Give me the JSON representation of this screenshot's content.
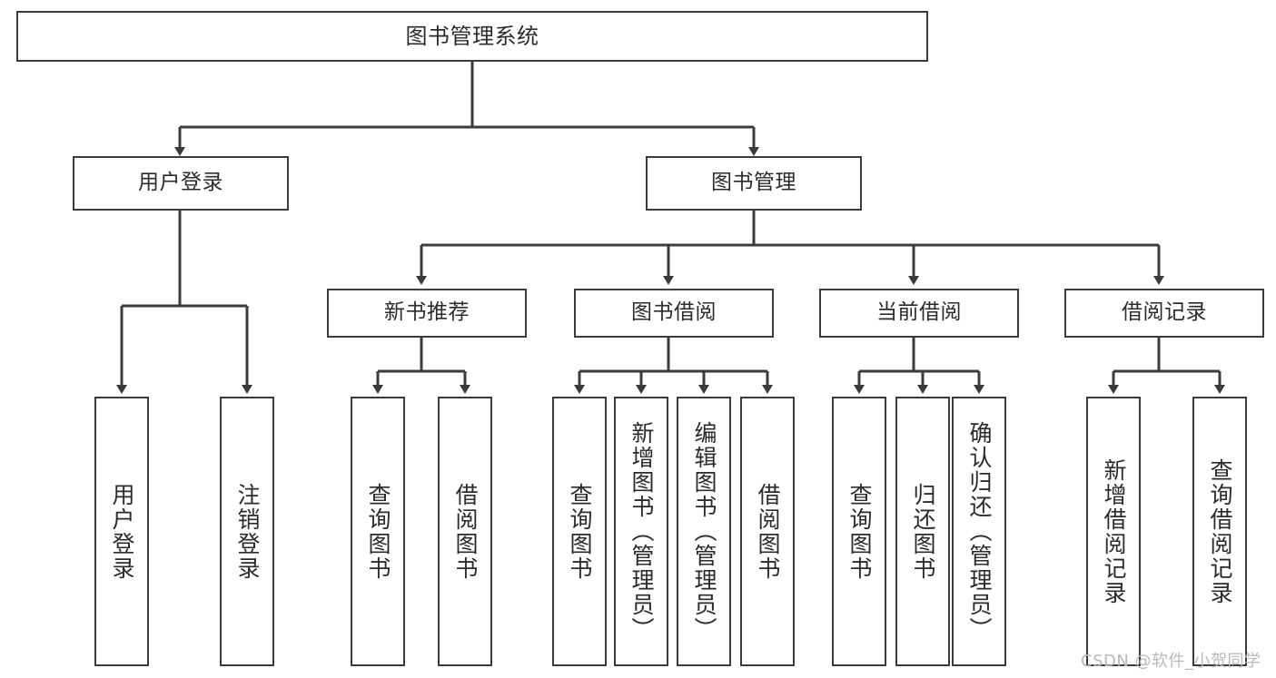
{
  "diagram": {
    "title": "图书管理系统",
    "watermark": "CSDN @软件_小贺同学",
    "line_color": "#3b3b3b",
    "text_color": "#2b2b2b",
    "background": "#ffffff",
    "watermark_color": "#b9b9b9"
  },
  "nodes": {
    "root": {
      "label": "图书管理系统"
    },
    "level1": [
      {
        "label": "用户登录"
      },
      {
        "label": "图书管理"
      }
    ],
    "level2": [
      {
        "label": "新书推荐"
      },
      {
        "label": "图书借阅"
      },
      {
        "label": "当前借阅"
      },
      {
        "label": "借阅记录"
      }
    ],
    "leaves": {
      "user_login": [
        {
          "label": "用户登录"
        },
        {
          "label": "注销登录"
        }
      ],
      "new_book": [
        {
          "label": "查询图书"
        },
        {
          "label": "借阅图书"
        }
      ],
      "book_borrow": [
        {
          "label": "查询图书"
        },
        {
          "label": "新增图书（管理员）"
        },
        {
          "label": "编辑图书（管理员）"
        },
        {
          "label": "借阅图书"
        }
      ],
      "current_borrow": [
        {
          "label": "查询图书"
        },
        {
          "label": "归还图书"
        },
        {
          "label": "确认归还（管理员）"
        }
      ],
      "borrow_record": [
        {
          "label": "新增借阅记录"
        },
        {
          "label": "查询借阅记录"
        }
      ]
    }
  }
}
